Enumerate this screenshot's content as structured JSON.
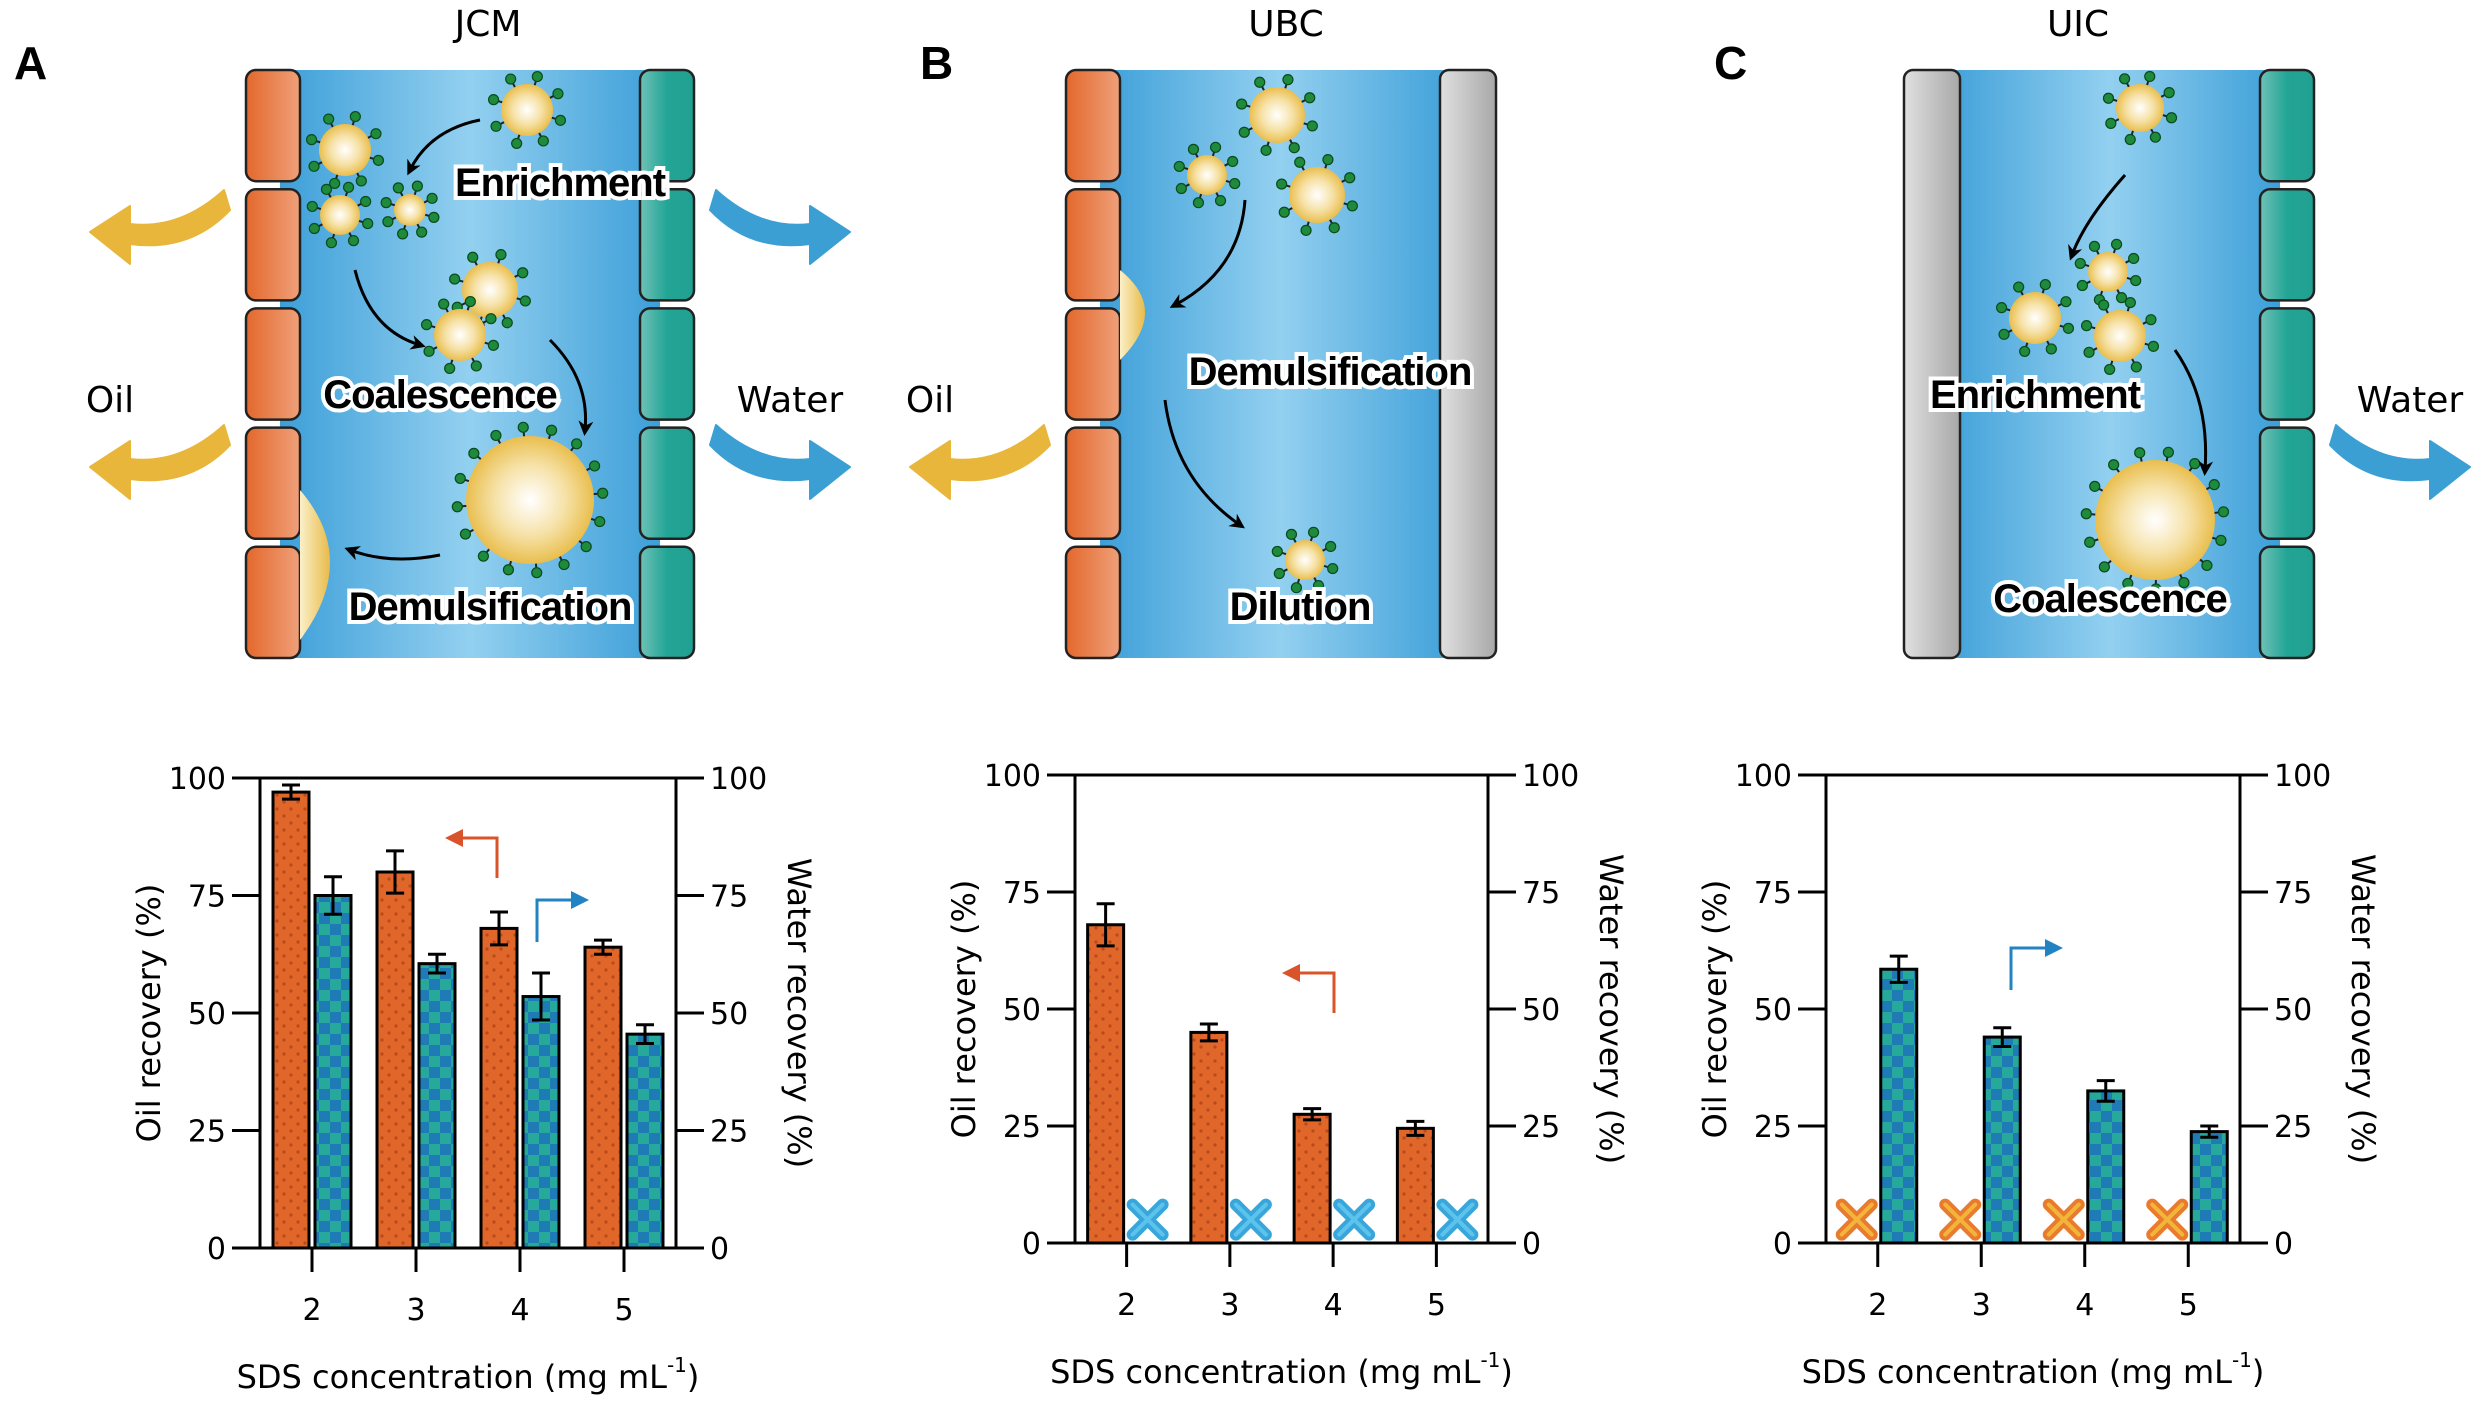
{
  "figure": {
    "panels": [
      {
        "letter": "A",
        "title": "JCM",
        "diagram": {
          "left_wall": "oil-membrane",
          "right_wall": "water-membrane",
          "labels": [
            "Enrichment",
            "Coalescence",
            "Demulsification"
          ],
          "flow_left": "Oil",
          "flow_right": "Water"
        }
      },
      {
        "letter": "B",
        "title": "UBC",
        "diagram": {
          "left_wall": "oil-membrane",
          "right_wall": "solid-wall",
          "labels": [
            "Demulsification",
            "Dilution"
          ],
          "flow_left": "Oil",
          "flow_right": ""
        }
      },
      {
        "letter": "C",
        "title": "UIC",
        "diagram": {
          "left_wall": "solid-wall",
          "right_wall": "water-membrane",
          "labels": [
            "Enrichment",
            "Coalescence"
          ],
          "flow_left": "",
          "flow_right": "Water"
        }
      }
    ],
    "colors": {
      "oil": "#E0662A",
      "water_a": "#1F7BB5",
      "water_b": "#26A89A",
      "oil_arrow": "#E8B63A",
      "water_arrow": "#3B9FD4",
      "channel": "#55ACDF",
      "wall_gray": "#C8C8C8",
      "axis_oil_arrow": "#D9542A",
      "axis_water_arrow": "#2283C2",
      "x_water": "#39A6DB",
      "x_oil": "#E87B2E"
    }
  },
  "chart_data": [
    {
      "type": "bar",
      "panel": "A",
      "title": "JCM",
      "categories": [
        "2",
        "3",
        "4",
        "5"
      ],
      "xlabel": "SDS concentration (mg mL",
      "xlabel_sup": "-1",
      "xlabel_end": ")",
      "ylabel": "Oil recovery (%)",
      "y2label": "Water recovery (%)",
      "ylim": [
        0,
        100
      ],
      "yticks": [
        0,
        25,
        50,
        75,
        100
      ],
      "series": [
        {
          "name": "Oil recovery",
          "axis": "left",
          "values": [
            97,
            80,
            68,
            64
          ],
          "errors": [
            1.5,
            4.5,
            3.5,
            1.5
          ]
        },
        {
          "name": "Water recovery",
          "axis": "right",
          "values": [
            75,
            60.5,
            53.5,
            45.5
          ],
          "errors": [
            4,
            2,
            5,
            2
          ]
        }
      ],
      "no_data_markers": [],
      "axis_arrows": [
        "oil-left",
        "water-right"
      ]
    },
    {
      "type": "bar",
      "panel": "B",
      "title": "UBC",
      "categories": [
        "2",
        "3",
        "4",
        "5"
      ],
      "xlabel": "SDS concentration (mg mL",
      "xlabel_sup": "-1",
      "xlabel_end": ")",
      "ylabel": "Oil recovery (%)",
      "y2label": "Water recovery (%)",
      "ylim": [
        0,
        100
      ],
      "yticks": [
        0,
        25,
        50,
        75,
        100
      ],
      "series": [
        {
          "name": "Oil recovery",
          "axis": "left",
          "values": [
            68,
            45,
            27.5,
            24.5
          ],
          "errors": [
            4.5,
            1.8,
            1.2,
            1.5
          ]
        },
        {
          "name": "Water recovery",
          "axis": "right",
          "values": [
            null,
            null,
            null,
            null
          ],
          "errors": [
            null,
            null,
            null,
            null
          ]
        }
      ],
      "no_data_markers": [
        "water"
      ],
      "axis_arrows": [
        "oil-left"
      ]
    },
    {
      "type": "bar",
      "panel": "C",
      "title": "UIC",
      "categories": [
        "2",
        "3",
        "4",
        "5"
      ],
      "xlabel": "SDS concentration (mg mL",
      "xlabel_sup": "-1",
      "xlabel_end": ")",
      "ylabel": "Oil recovery (%)",
      "y2label": "Water recovery (%)",
      "ylim": [
        0,
        100
      ],
      "yticks": [
        0,
        25,
        50,
        75,
        100
      ],
      "series": [
        {
          "name": "Oil recovery",
          "axis": "left",
          "values": [
            null,
            null,
            null,
            null
          ],
          "errors": [
            null,
            null,
            null,
            null
          ]
        },
        {
          "name": "Water recovery",
          "axis": "right",
          "values": [
            58.5,
            44,
            32.5,
            23.8
          ],
          "errors": [
            2.8,
            2,
            2.2,
            1.2
          ]
        }
      ],
      "no_data_markers": [
        "oil"
      ],
      "axis_arrows": [
        "water-right"
      ]
    }
  ]
}
